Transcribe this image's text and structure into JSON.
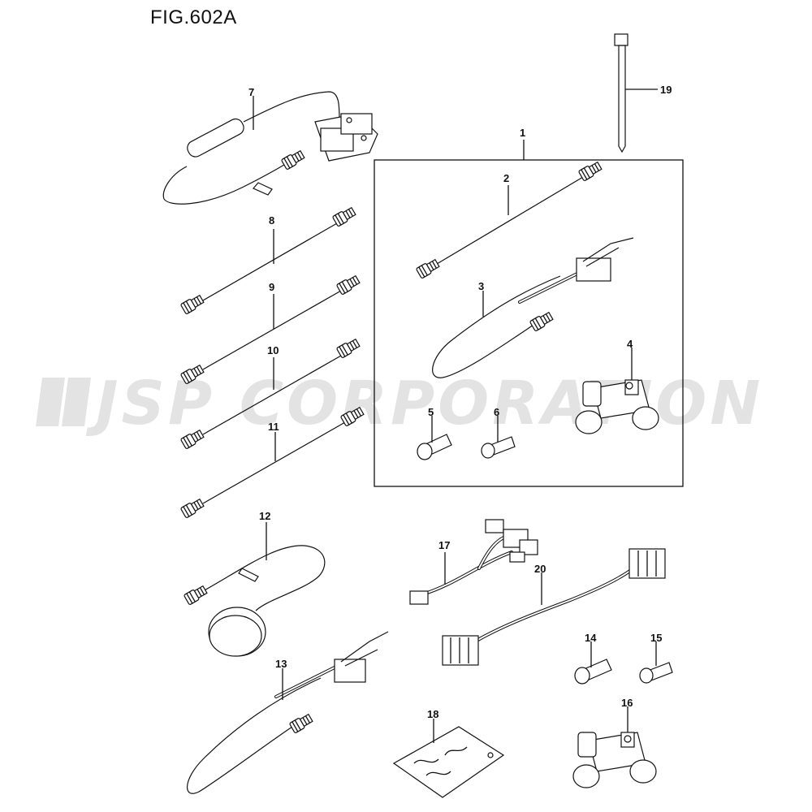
{
  "figure": {
    "title": "FIG.602A"
  },
  "watermark": {
    "text": "JSP CORPORATION"
  },
  "callouts": [
    "1",
    "2",
    "3",
    "4",
    "5",
    "6",
    "7",
    "8",
    "9",
    "10",
    "11",
    "12",
    "13",
    "14",
    "15",
    "16",
    "17",
    "18",
    "19",
    "20"
  ]
}
